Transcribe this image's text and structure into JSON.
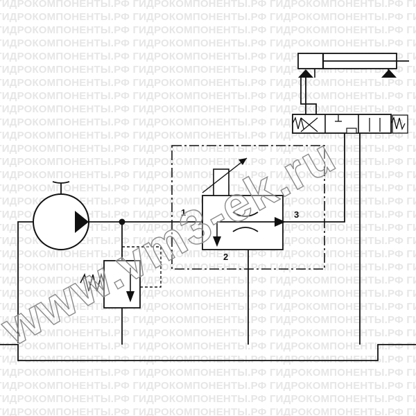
{
  "watermark": {
    "text": "ГИДРОКОМПОНЕНТЫ.РФ",
    "color": "#e6e6e6"
  },
  "stamp": {
    "text": "www.vm3-ek.ru",
    "stroke_color": "#8a8a8a"
  },
  "ports": {
    "inlet": "1",
    "excess": "2",
    "controlled": "3"
  },
  "colors": {
    "line": "#111111",
    "background": "#ffffff"
  }
}
